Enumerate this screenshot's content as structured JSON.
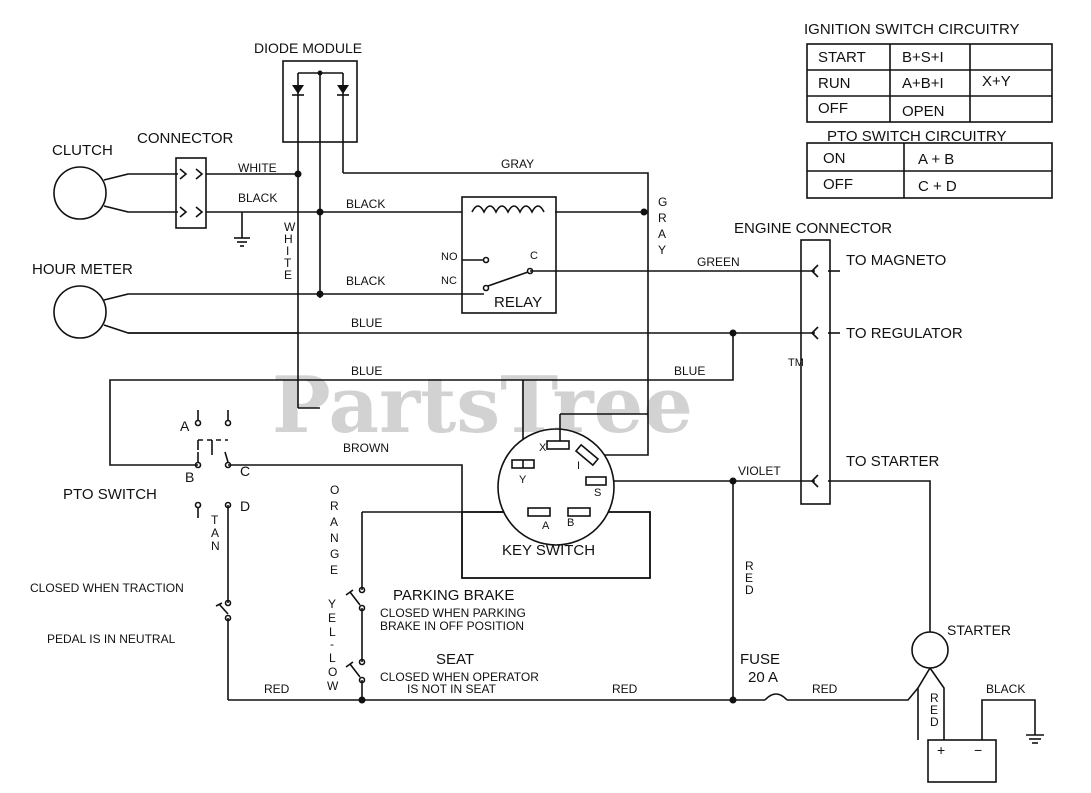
{
  "watermark": {
    "brand": "PartsTree",
    "tm": "TM"
  },
  "components": {
    "diode_module": "DIODE MODULE",
    "connector": "CONNECTOR",
    "clutch": "CLUTCH",
    "hour_meter": "HOUR METER",
    "relay": "RELAY",
    "relay_no": "NO",
    "relay_nc": "NC",
    "relay_c": "C",
    "engine_connector": "ENGINE CONNECTOR",
    "to_magneto": "TO MAGNETO",
    "to_regulator": "TO REGULATOR",
    "to_starter": "TO STARTER",
    "pto_switch": "PTO SWITCH",
    "pto_a": "A",
    "pto_b": "B",
    "pto_c": "C",
    "pto_d": "D",
    "key_switch": "KEY SWITCH",
    "key_x": "X",
    "key_i": "I",
    "key_y": "Y",
    "key_s": "S",
    "key_a": "A",
    "key_b": "B",
    "parking_brake": "PARKING BRAKE",
    "parking_brake_note_1": "CLOSED WHEN  PARKING",
    "parking_brake_note_2": "BRAKE IN OFF POSITION",
    "seat": "SEAT",
    "seat_note_1": "CLOSED WHEN OPERATOR",
    "seat_note_2": "IS NOT IN SEAT",
    "traction_note_1": "CLOSED WHEN  TRACTION",
    "traction_note_2": "PEDAL IS IN NEUTRAL",
    "fuse": "FUSE",
    "fuse_rating": "20 A",
    "starter": "STARTER",
    "battery_plus": "+",
    "battery_minus": "−"
  },
  "wires": {
    "white": "WHITE",
    "black_connector": "BLACK",
    "gray_top": "GRAY",
    "black_relay_coil": "BLACK",
    "black_relay_nc": "BLACK",
    "green": "GREEN",
    "blue_regulator": "BLUE",
    "blue_pto": "BLUE",
    "blue_key": "BLUE",
    "brown": "BROWN",
    "violet": "VIOLET",
    "red_bottom_left": "RED",
    "red_bottom_mid": "RED",
    "red_bottom_right": "RED",
    "black_battery": "BLACK",
    "white_vertical": [
      "W",
      "H",
      "I",
      "T",
      "E"
    ],
    "gray_vertical": [
      "G",
      "R",
      "A",
      "Y"
    ],
    "tan_vertical": [
      "T",
      "A",
      "N"
    ],
    "orange_vertical": [
      "O",
      "R",
      "A",
      "N",
      "G",
      "E"
    ],
    "yellow_vertical": [
      "Y",
      "E",
      "L",
      "-",
      "L",
      "O",
      "W"
    ],
    "red_vertical_fuse": [
      "R",
      "E",
      "D"
    ],
    "red_vertical_starter": [
      "R",
      "E",
      "D"
    ]
  },
  "ignition_table": {
    "title": "IGNITION SWITCH CIRCUITRY",
    "rows": [
      {
        "mode": "START",
        "circuit": "B+S+I",
        "extra": ""
      },
      {
        "mode": "RUN",
        "circuit": "A+B+I",
        "extra": "X+Y"
      },
      {
        "mode": "OFF",
        "circuit": "OPEN",
        "extra": ""
      }
    ]
  },
  "pto_table": {
    "title": "PTO SWITCH CIRCUITRY",
    "rows": [
      {
        "mode": "ON",
        "circuit": "A + B"
      },
      {
        "mode": "OFF",
        "circuit": "C + D"
      }
    ]
  }
}
